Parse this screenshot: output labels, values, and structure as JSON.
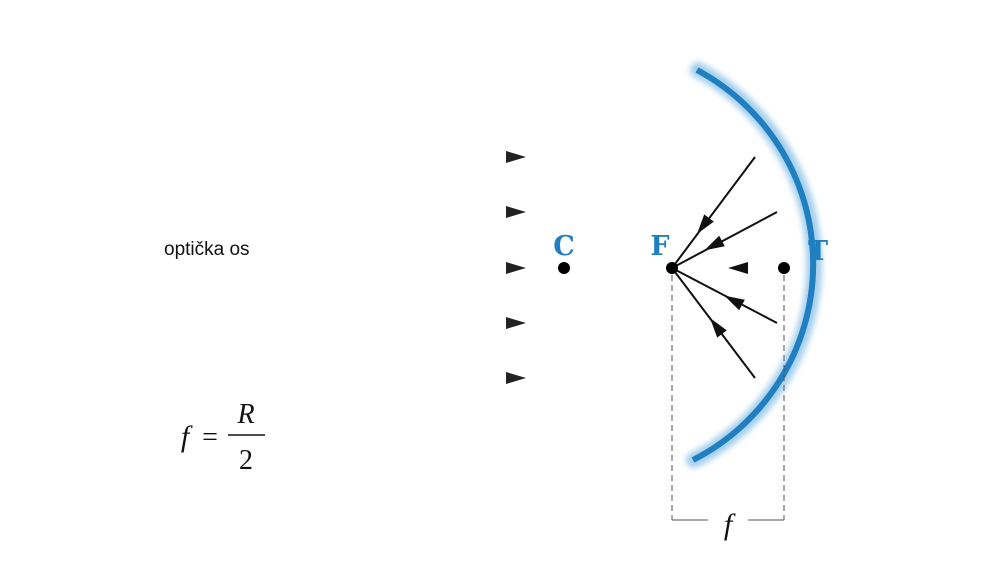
{
  "diagram": {
    "axis_label": "optička os",
    "points": {
      "center": "C",
      "focus": "F",
      "vertex": "T"
    },
    "formula": {
      "lhs": "f",
      "equals": "=",
      "numerator": "R",
      "denominator": "2"
    },
    "dimension_label": "f"
  },
  "colors": {
    "mirror": "#1f7fc0",
    "mirror_glow": "#9ccbea",
    "point_label": "#1f7fc0",
    "ray": "#111111",
    "dimension": "#555555"
  }
}
